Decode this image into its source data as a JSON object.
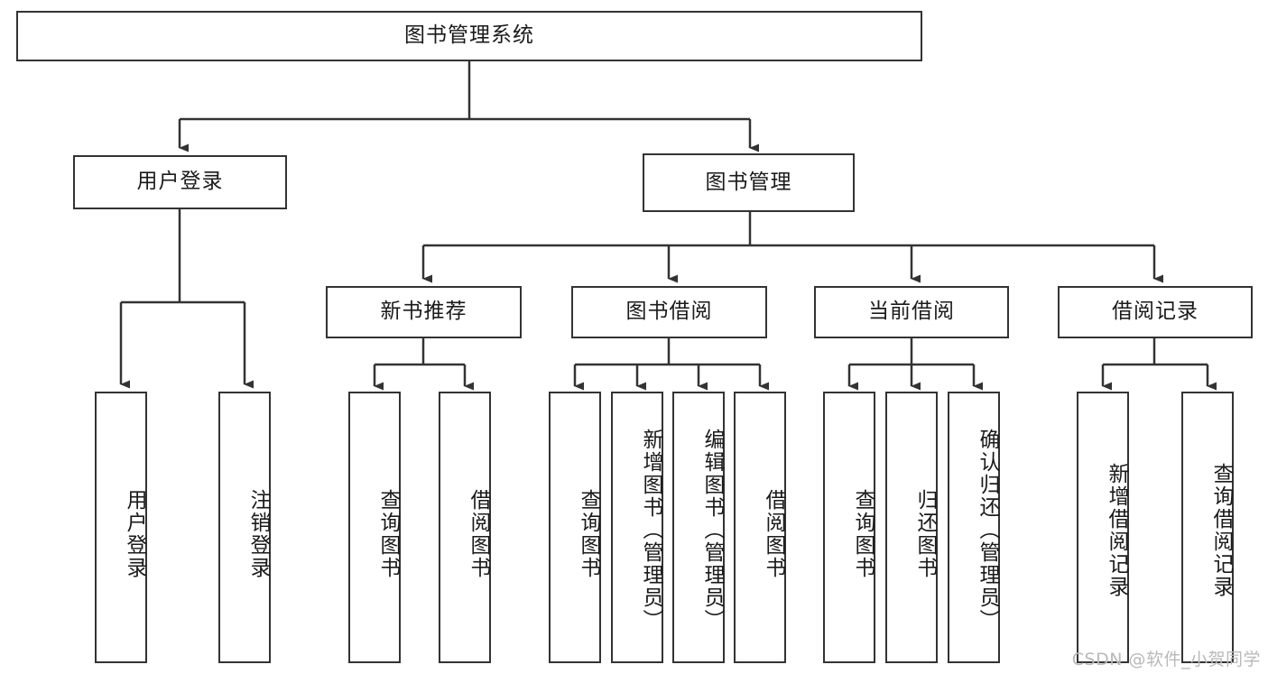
{
  "diagram": {
    "type": "tree-hierarchy",
    "title": "图书管理系统",
    "watermark": "CSDN @软件_小贺同学",
    "colors": {
      "box_border": "#333333",
      "box_fill": "#ffffff",
      "edge": "#333333",
      "text": "#1a1a1a",
      "watermark": "#b9b9b9",
      "background": "#ffffff"
    },
    "levels": {
      "root": {
        "label": "图书管理系统"
      },
      "level2": [
        {
          "label": "用户登录"
        },
        {
          "label": "图书管理"
        }
      ],
      "level3": [
        {
          "label": "新书推荐"
        },
        {
          "label": "图书借阅"
        },
        {
          "label": "当前借阅"
        },
        {
          "label": "借阅记录"
        }
      ],
      "leaves": [
        {
          "label": "用户登录",
          "parent": "用户登录"
        },
        {
          "label": "注销登录",
          "parent": "用户登录"
        },
        {
          "label": "查询图书",
          "parent": "新书推荐"
        },
        {
          "label": "借阅图书",
          "parent": "新书推荐"
        },
        {
          "label": "查询图书",
          "parent": "图书借阅"
        },
        {
          "label": "新增图书（管理员）",
          "parent": "图书借阅"
        },
        {
          "label": "编辑图书（管理员）",
          "parent": "图书借阅"
        },
        {
          "label": "借阅图书",
          "parent": "图书借阅"
        },
        {
          "label": "查询图书",
          "parent": "当前借阅"
        },
        {
          "label": "归还图书",
          "parent": "当前借阅"
        },
        {
          "label": "确认归还（管理员）",
          "parent": "当前借阅"
        },
        {
          "label": "新增借阅记录",
          "parent": "借阅记录"
        },
        {
          "label": "查询借阅记录",
          "parent": "借阅记录"
        }
      ]
    }
  }
}
